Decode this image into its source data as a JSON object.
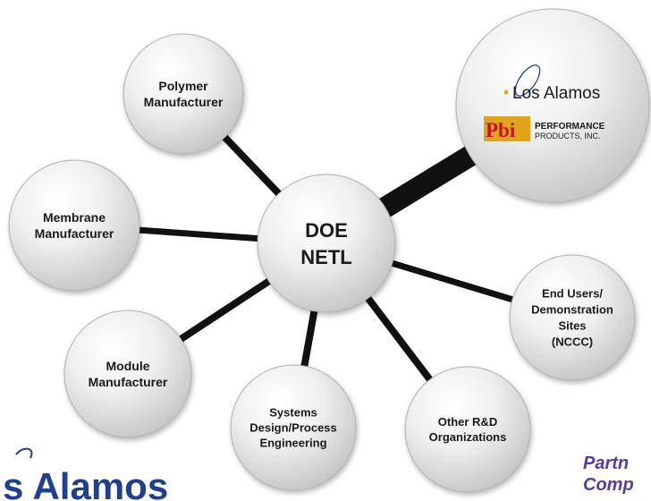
{
  "diagram": {
    "center": {
      "id": "doe",
      "lines": [
        "DOE",
        "NETL"
      ]
    },
    "nodes": [
      {
        "id": "polymer",
        "lines": [
          "Polymer",
          "Manufacturer"
        ]
      },
      {
        "id": "membrane",
        "lines": [
          "Membrane",
          "Manufacturer"
        ]
      },
      {
        "id": "module",
        "lines": [
          "Module",
          "Manufacturer"
        ]
      },
      {
        "id": "systems",
        "lines": [
          "Systems",
          "Design/Process",
          "Engineering"
        ]
      },
      {
        "id": "other-rd",
        "lines": [
          "Other R&D",
          "Organizations"
        ]
      },
      {
        "id": "end-users",
        "lines": [
          "End Users/",
          "Demonstration",
          "Sites",
          "(NCCC)"
        ]
      },
      {
        "id": "partners-logos",
        "lines": []
      }
    ],
    "logos": {
      "los_alamos": "Los Alamos",
      "pbi_mark": "Pbi",
      "pbi_text": [
        "PERFORMANCE",
        "PRODUCTS, INC."
      ]
    }
  },
  "footer": {
    "bottom_logo_text": "s Alamos",
    "partner_text": "Partn\nComp"
  },
  "colors": {
    "connector": "#111111",
    "circle_fill": "#d9d9d9",
    "circle_edge": "#b0b0b0",
    "los_alamos_blue": "#1f3f8f",
    "pbi_red": "#c8102e",
    "pbi_gold": "#e0a419",
    "partner_purple": "#5a3a9c"
  }
}
